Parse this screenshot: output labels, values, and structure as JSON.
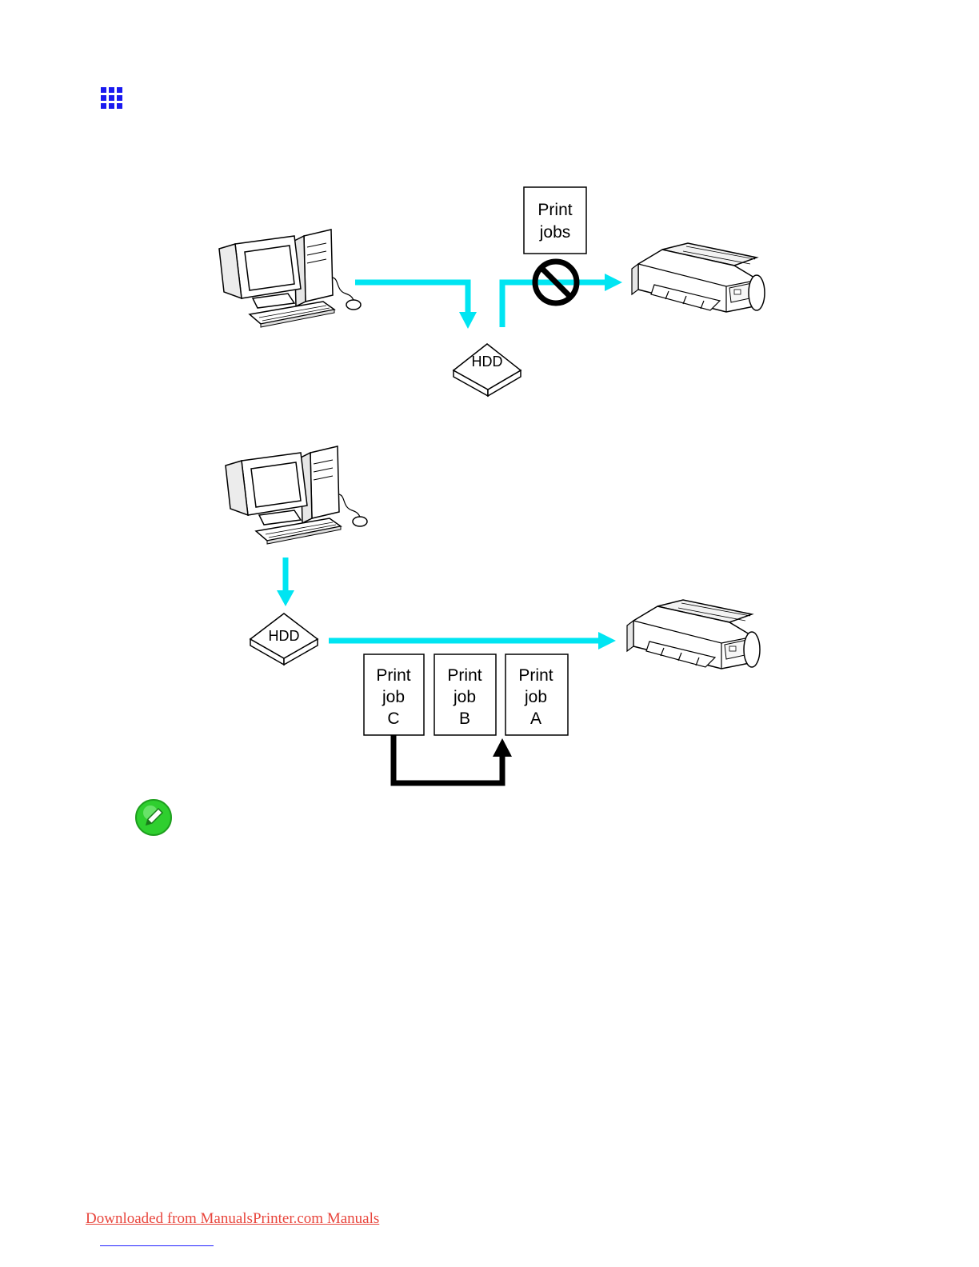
{
  "colors": {
    "flow_arrow": "#00e5f2",
    "return_arrow": "#000000",
    "nav_icon": "#1a1af0",
    "note_icon": "#2fcf2f",
    "footer_link": "#e8453c"
  },
  "icons": {
    "nav": "grid-icon",
    "note": "pencil-note-icon",
    "prohibited": "prohibited-icon"
  },
  "diagram_top": {
    "print_jobs_label": [
      "Print",
      "jobs"
    ],
    "hdd_label": "HDD"
  },
  "diagram_bottom": {
    "hdd_label": "HDD",
    "jobs": [
      {
        "line1": "Print",
        "line2": "job",
        "line3": "C"
      },
      {
        "line1": "Print",
        "line2": "job",
        "line3": "B"
      },
      {
        "line1": "Print",
        "line2": "job",
        "line3": "A"
      }
    ]
  },
  "footer": {
    "link_text": "Downloaded from ManualsPrinter.com Manuals"
  }
}
